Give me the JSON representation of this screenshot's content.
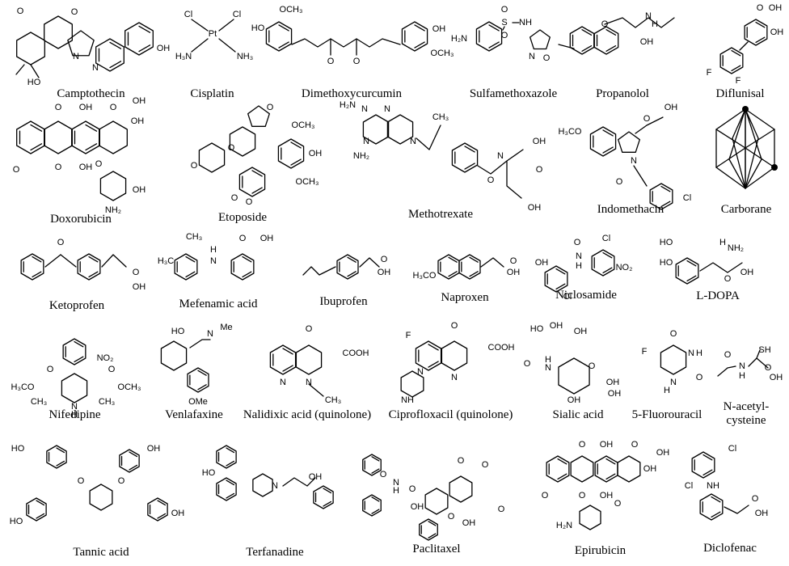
{
  "compounds": [
    {
      "name": "Camptothecin",
      "atoms": [
        "O",
        "N",
        "N",
        "HO",
        "OH"
      ],
      "style": "camptothecin"
    },
    {
      "name": "Cisplatin",
      "atoms": [
        "Cl",
        "Cl",
        "Pt",
        "H₃N",
        "NH₃"
      ],
      "style": "cisplatin"
    },
    {
      "name": "Dimethoxycurcumin",
      "atoms": [
        "OCH₃",
        "HO",
        "O",
        "O",
        "OH",
        "OCH₃"
      ],
      "style": "curcumin"
    },
    {
      "name": "Sulfamethoxazole",
      "atoms": [
        "O",
        "S",
        "O",
        "NH",
        "H₂N",
        "N",
        "O"
      ],
      "style": "sulfa"
    },
    {
      "name": "Propanolol",
      "atoms": [
        "O",
        "N",
        "H",
        "OH"
      ],
      "style": "propranolol"
    },
    {
      "name": "Diflunisal",
      "atoms": [
        "OH",
        "O",
        "OH",
        "F",
        "F"
      ],
      "style": "diflunisal"
    },
    {
      "name": "Doxorubicin",
      "atoms": [
        "O",
        "OH",
        "OH",
        "O",
        "OH",
        "O",
        "OH",
        "O",
        "O",
        "OH",
        "NH₂"
      ],
      "style": "doxorubicin"
    },
    {
      "name": "Etoposide",
      "atoms": [
        "O",
        "O",
        "O",
        "OCH₃",
        "OH",
        "OCH₃",
        "O",
        "O"
      ],
      "style": "etoposide"
    },
    {
      "name": "Methotrexate",
      "atoms": [
        "H₂N",
        "N",
        "N",
        "NH₂",
        "N",
        "N",
        "CH₃",
        "O",
        "N",
        "OH",
        "O",
        "OH"
      ],
      "style": "mtx"
    },
    {
      "name": "Indomethacin",
      "atoms": [
        "H₃CO",
        "OH",
        "O",
        "N",
        "O",
        "Cl"
      ],
      "style": "indomethacin"
    },
    {
      "name": "Carborane",
      "atoms": [],
      "style": "carborane"
    },
    {
      "name": "Ketoprofen",
      "atoms": [
        "O",
        "O",
        "OH"
      ],
      "style": "ketoprofen"
    },
    {
      "name": "Mefenamic acid",
      "atoms": [
        "O",
        "OH",
        "H₃C",
        "CH₃",
        "N",
        "H"
      ],
      "style": "mefenamic"
    },
    {
      "name": "Ibuprofen",
      "atoms": [
        "O",
        "OH"
      ],
      "style": "ibuprofen"
    },
    {
      "name": "Naproxen",
      "atoms": [
        "O",
        "OH",
        "H₃CO"
      ],
      "style": "naproxen"
    },
    {
      "name": "Niclosamide",
      "atoms": [
        "O",
        "Cl",
        "OH",
        "N",
        "H",
        "NO₂",
        "Cl"
      ],
      "style": "niclosamide"
    },
    {
      "name": "L-DOPA",
      "atoms": [
        "HO",
        "HO",
        "H",
        "NH₂",
        "OH",
        "O"
      ],
      "style": "ldopa"
    },
    {
      "name": "Nifedipine",
      "atoms": [
        "NO₂",
        "H₃CO",
        "O",
        "O",
        "OCH₃",
        "CH₃",
        "N",
        "H",
        "CH₃"
      ],
      "style": "nifedipine"
    },
    {
      "name": "Venlafaxine",
      "atoms": [
        "HO",
        "N",
        "Me",
        "OMe"
      ],
      "style": "venlafaxine"
    },
    {
      "name": "Nalidixic acid (quinolone)",
      "atoms": [
        "O",
        "COOH",
        "N",
        "N",
        "CH₃"
      ],
      "style": "nalidixic"
    },
    {
      "name": "Ciprofloxacil (quinolone)",
      "atoms": [
        "O",
        "F",
        "COOH",
        "N",
        "N",
        "N",
        "H"
      ],
      "style": "cipro"
    },
    {
      "name": "Sialic acid",
      "atoms": [
        "HO",
        "OH",
        "OH",
        "O",
        "N",
        "H",
        "O",
        "OH",
        "OH",
        "OH"
      ],
      "style": "sialic"
    },
    {
      "name": "5-Fluorouracil",
      "atoms": [
        "O",
        "F",
        "N",
        "H",
        "N",
        "H",
        "O"
      ],
      "style": "fu"
    },
    {
      "name": "N-acetyl-\ncysteine",
      "atoms": [
        "SH",
        "O",
        "N",
        "H",
        "OH",
        "O"
      ],
      "style": "nac"
    },
    {
      "name": "Tannic acid",
      "atoms": [
        "HO",
        "OH",
        "O"
      ],
      "style": "tannic"
    },
    {
      "name": "Terfanadine",
      "atoms": [
        "HO",
        "N",
        "OH"
      ],
      "style": "terfenadine"
    },
    {
      "name": "Paclitaxel",
      "atoms": [
        "O",
        "O",
        "N",
        "H",
        "OH",
        "O",
        "O",
        "OH",
        "O",
        "O"
      ],
      "style": "paclitaxel"
    },
    {
      "name": "Epirubicin",
      "atoms": [
        "O",
        "OH",
        "O",
        "OH",
        "OH",
        "O",
        "OH",
        "O",
        "H₂N",
        "O"
      ],
      "style": "epirubicin"
    },
    {
      "name": "Diclofenac",
      "atoms": [
        "Cl",
        "NH",
        "Cl",
        "OH",
        "O"
      ],
      "style": "diclofenac"
    }
  ]
}
